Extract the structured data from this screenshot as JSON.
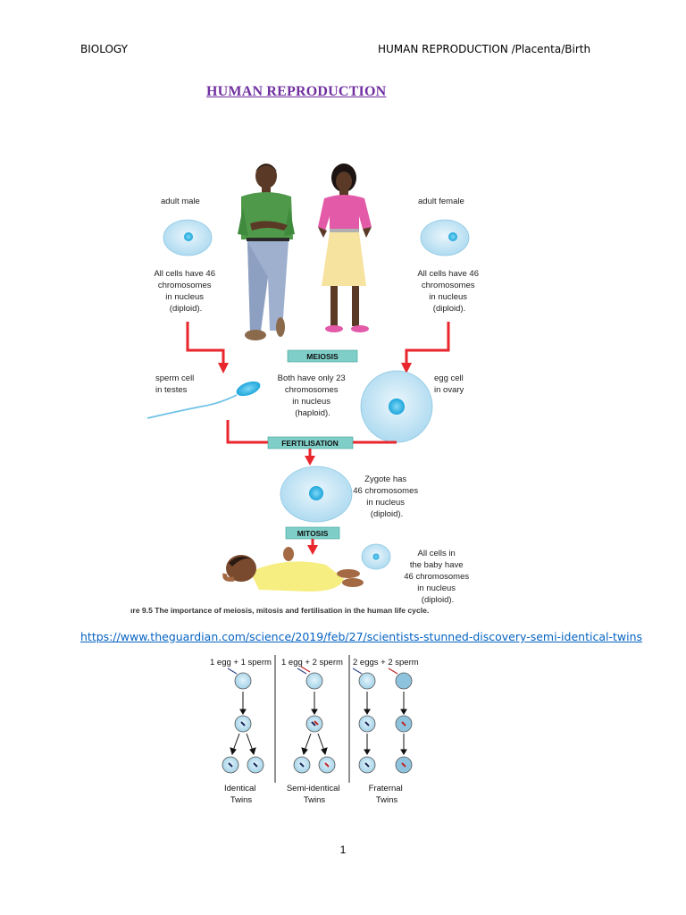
{
  "header": {
    "left": "BIOLOGY",
    "right": "HUMAN REPRODUCTION /Placenta/Birth"
  },
  "title": "HUMAN REPRODUCTION",
  "figure1": {
    "male_label": "adult male",
    "female_label": "adult female",
    "male_cells": [
      "All cells have 46",
      "chromosomes",
      "in nucleus",
      "(diploid)."
    ],
    "female_cells": [
      "All cells have 46",
      "chromosomes",
      "in nucleus",
      "(diploid)."
    ],
    "meiosis": "MEIOSIS",
    "sperm": [
      "sperm cell",
      "in testes"
    ],
    "haploid": [
      "Both have only 23",
      "chromosomes",
      "in nucleus",
      "(haploid)."
    ],
    "egg": [
      "egg cell",
      "in ovary"
    ],
    "fertilisation": "FERTILISATION",
    "zygote": [
      "Zygote has",
      "46 chromosomes",
      "in nucleus",
      "(diploid)."
    ],
    "mitosis": "MITOSIS",
    "baby_cells": [
      "All cells in",
      "the baby have",
      "46 chromosomes",
      "in nucleus",
      "(diploid)."
    ],
    "caption": "ıre 9.5 The importance of meiosis, mitosis and fertilisation in the human life cycle."
  },
  "link": {
    "url": "https://www.theguardian.com/science/2019/feb/27/scientists-stunned-discovery-semi-identical-twins"
  },
  "figure2": {
    "col1_header": "1 egg + 1 sperm",
    "col2_header": "1 egg + 2 sperm",
    "col3_header": "2 eggs + 2 sperm",
    "col1_label": [
      "Identical",
      "Twins"
    ],
    "col2_label": [
      "Semi-identical",
      "Twins"
    ],
    "col3_label": [
      "Fraternal",
      "Twins"
    ]
  },
  "page_number": "1",
  "colors": {
    "title": "#7030a0",
    "link": "#0563c1",
    "box": "#7fcfc8",
    "arrow": "#e8262c",
    "cell": "#cfeaf7"
  }
}
